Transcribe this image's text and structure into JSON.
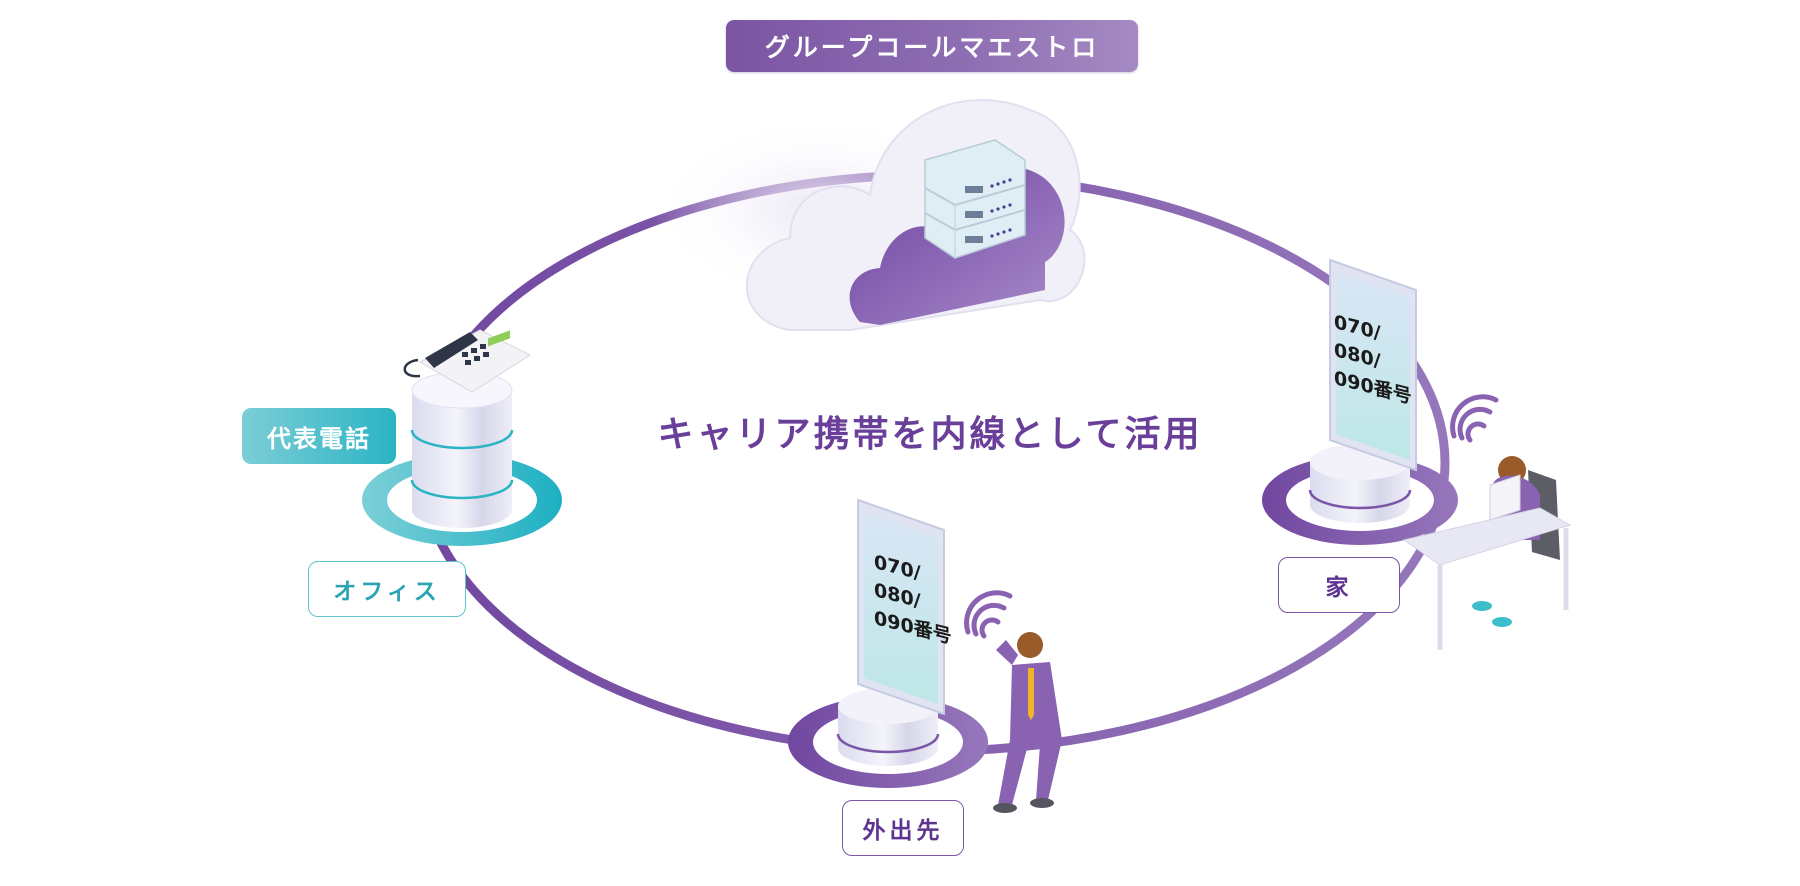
{
  "diagram": {
    "title": "グループコールマエストロ",
    "center_caption": "キャリア携帯を内線として活用",
    "nodes": {
      "cloud": {
        "name": "cloud-server",
        "icon": "cloud-server-icon"
      },
      "office": {
        "label": "オフィス",
        "device_label": "代表電話",
        "icon": "desk-phone-icon"
      },
      "home": {
        "label": "家",
        "phone_screen": [
          "070/",
          "080/",
          "090番号"
        ],
        "icon": "smartphone-icon"
      },
      "outside": {
        "label": "外出先",
        "phone_screen": [
          "070/",
          "080/",
          "090番号"
        ],
        "icon": "smartphone-icon"
      }
    },
    "colors": {
      "ring_purple": "#7c56a6",
      "accent_teal": "#2bb4c4",
      "label_purple": "#5e3391",
      "screen_tint": "#cfeeee"
    }
  }
}
